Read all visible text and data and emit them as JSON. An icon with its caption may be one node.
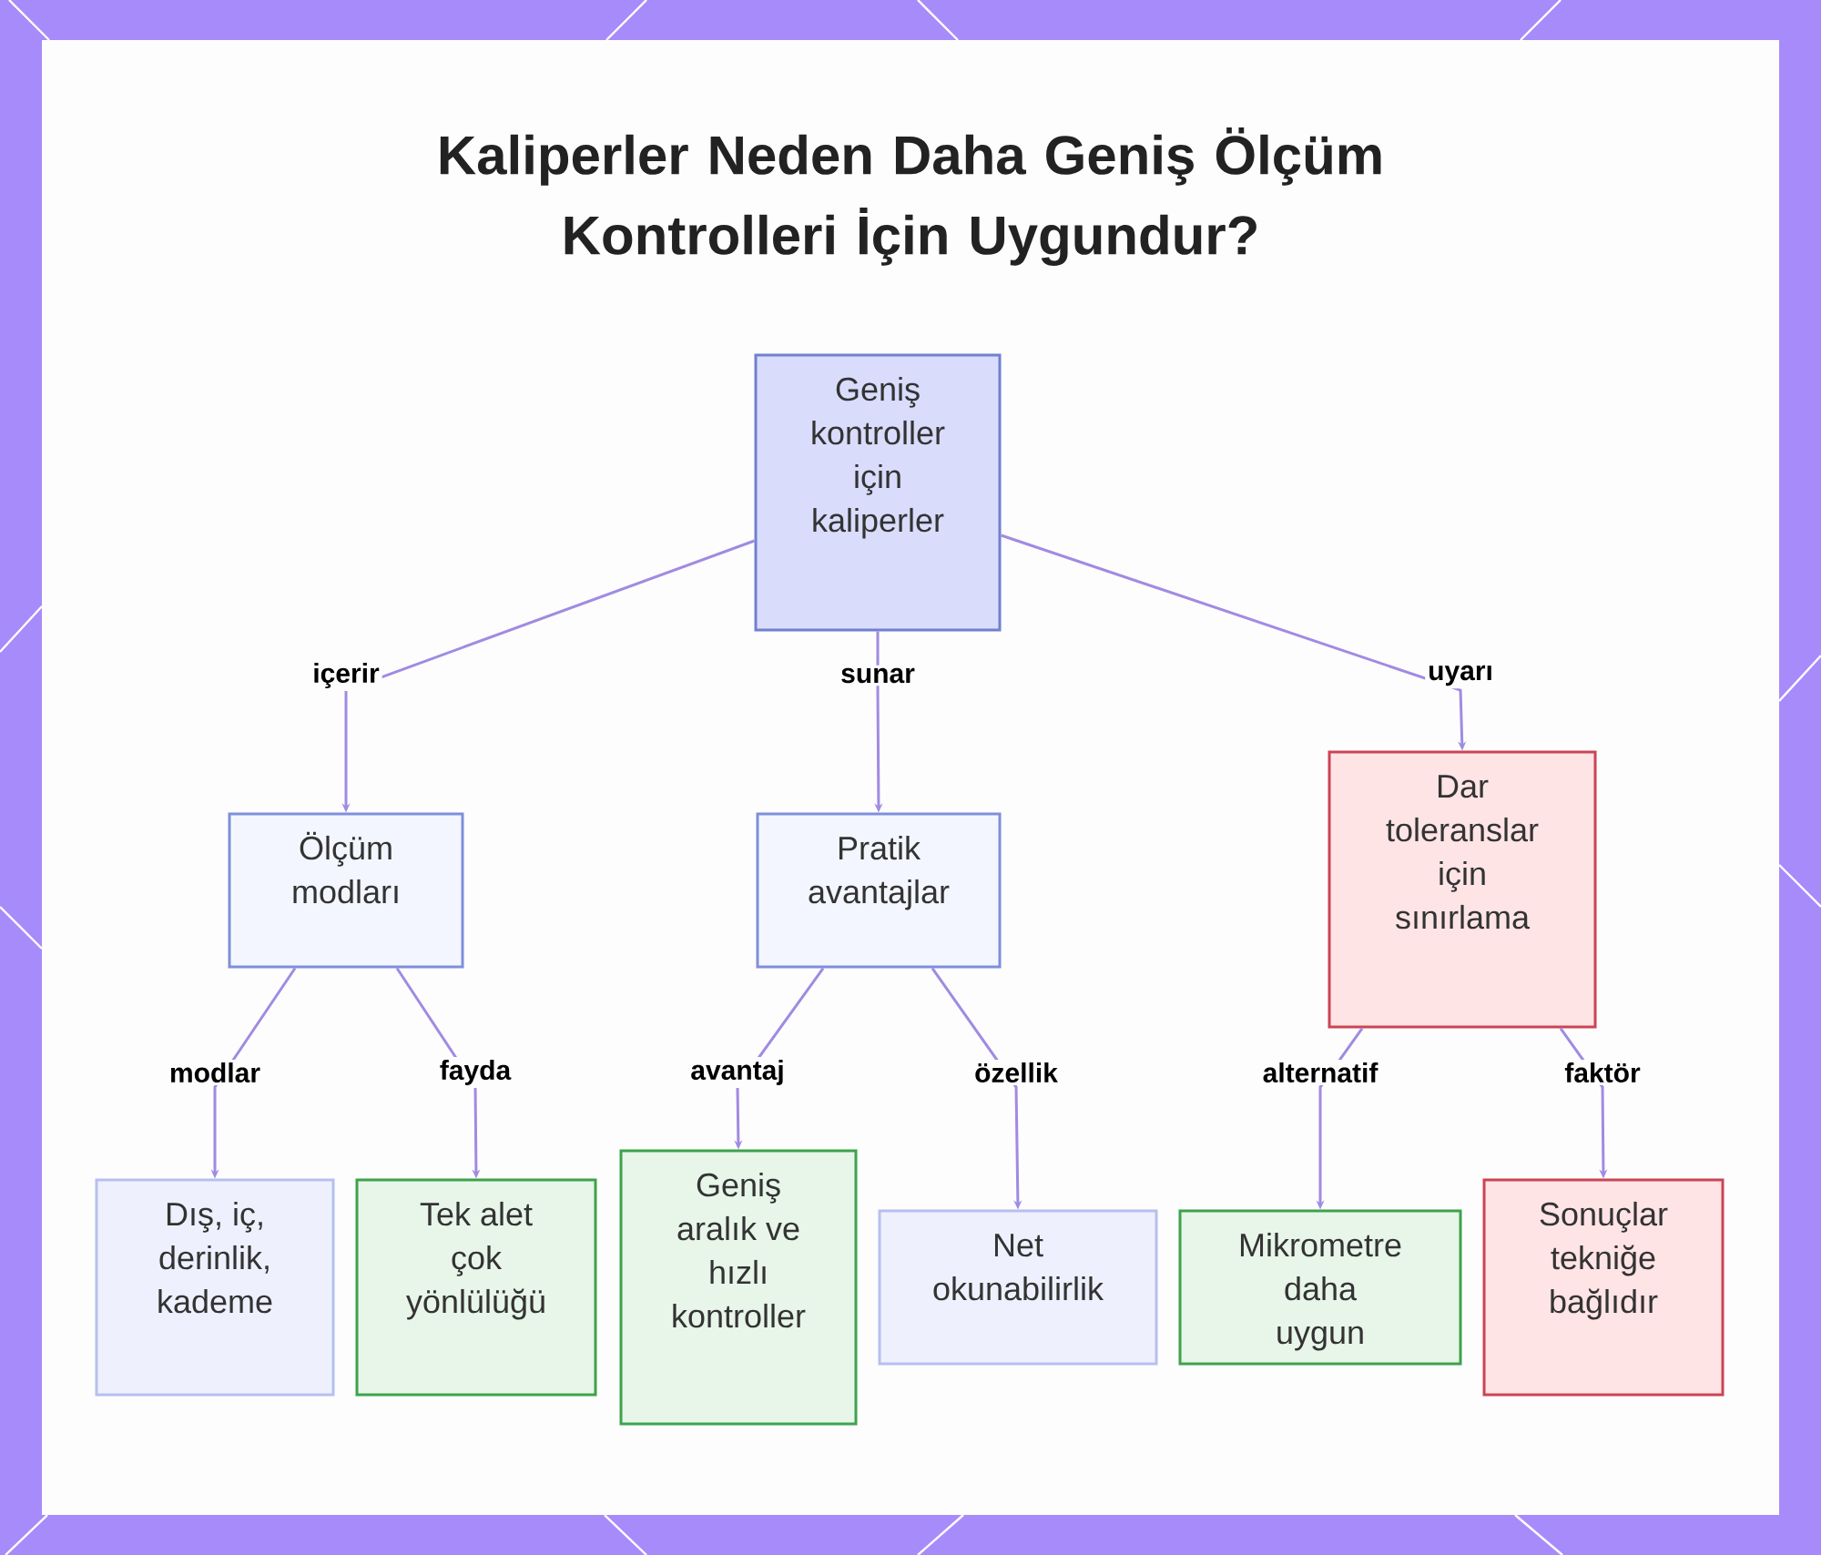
{
  "diagram": {
    "title": "Kaliperler Neden Daha Geniş Ölçüm Kontrolleri İçin Uygundur?",
    "nodes": [
      {
        "text": [
          "Geniş kontroller için kaliperler"
        ]
      },
      {
        "text": [
          "Ölçüm modları"
        ]
      },
      {
        "text": [
          "Pratik avantajlar"
        ]
      },
      {
        "text": [
          "Dar toleranslar için sınırlama"
        ]
      },
      {
        "text": [
          "Dış, iç, derinlik, kademe"
        ]
      },
      {
        "text": [
          "Tek alet çok yönlülüğü"
        ]
      },
      {
        "text": [
          "Geniş aralık ve hızlı kontroller"
        ]
      },
      {
        "text": [
          "Net okunabilirlik"
        ]
      },
      {
        "text": [
          "Mikrometre daha uygun"
        ]
      },
      {
        "text": [
          "Sonuçlar tekniğe bağlıdır"
        ]
      }
    ],
    "edges": [
      {
        "from": 0,
        "to": 1,
        "arrow": "to",
        "label": "içerir"
      },
      {
        "from": 0,
        "to": 2,
        "arrow": "to",
        "label": "sunar"
      },
      {
        "from": 0,
        "to": 3,
        "arrow": "to",
        "label": "uyarı"
      },
      {
        "from": 1,
        "to": 4,
        "arrow": "to",
        "label": "modlar"
      },
      {
        "from": 1,
        "to": 5,
        "arrow": "to",
        "label": "fayda"
      },
      {
        "from": 2,
        "to": 6,
        "arrow": "to",
        "label": "avantaj"
      },
      {
        "from": 2,
        "to": 7,
        "arrow": "to",
        "label": "özellik"
      },
      {
        "from": 3,
        "to": 8,
        "arrow": "to",
        "label": "alternatif"
      },
      {
        "from": 3,
        "to": 9,
        "arrow": "to",
        "label": "faktör"
      }
    ]
  }
}
